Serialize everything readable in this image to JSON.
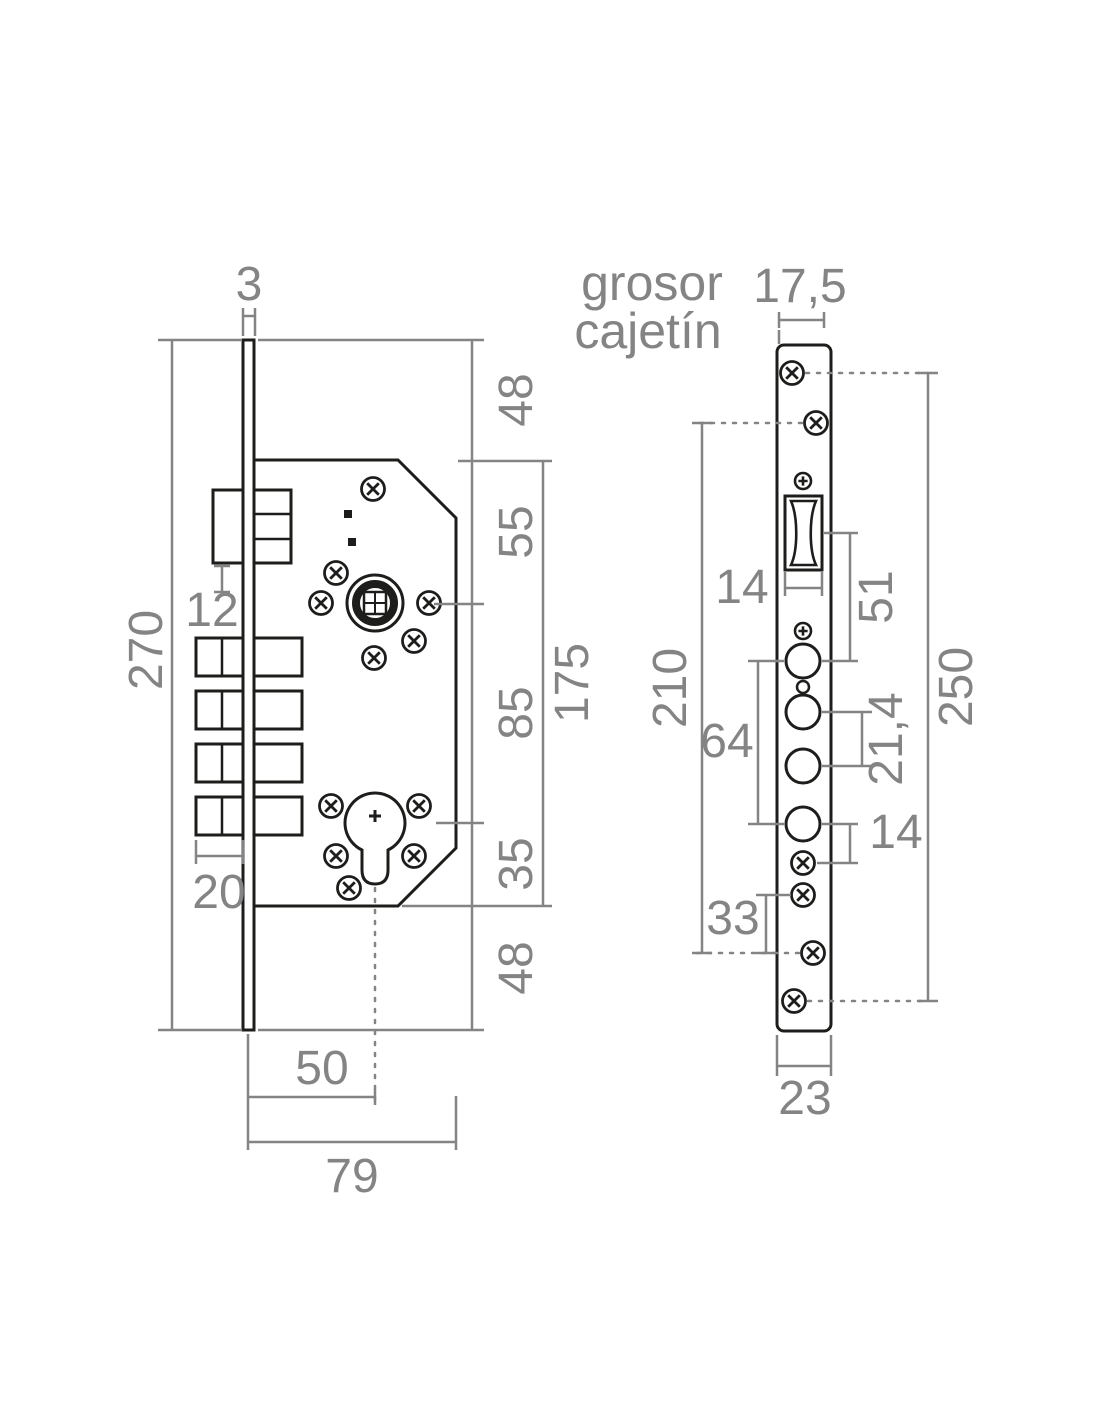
{
  "colors": {
    "outline": "#1d1d1b",
    "dimension": "#848484",
    "background": "#ffffff"
  },
  "annotations": {
    "case_thickness_line1": "grosor",
    "case_thickness_line2": "cajetín"
  },
  "side_view": {
    "dims": {
      "faceplate_thickness": "3",
      "faceplate_top_to_case": "48",
      "case_top_to_spindle": "55",
      "spindle_to_cylinder": "85",
      "cylinder_to_case_bottom": "35",
      "case_bottom_to_faceplate_end": "48",
      "case_height": "175",
      "latch_detail": "12",
      "faceplate_height": "270",
      "bolt_throw": "20",
      "backset": "50",
      "case_depth": "79"
    }
  },
  "front_view": {
    "dims": {
      "edge_to_screw": "17,5",
      "latch_width": "14",
      "latch_to_first_bolt": "51",
      "screw_span": "210",
      "bolt_holes_span": "64",
      "bolt_hole_gap": "21,4",
      "bolt_to_screw": "14",
      "screw_gap": "33",
      "screw_to_screw": "250",
      "plate_width": "23"
    }
  }
}
